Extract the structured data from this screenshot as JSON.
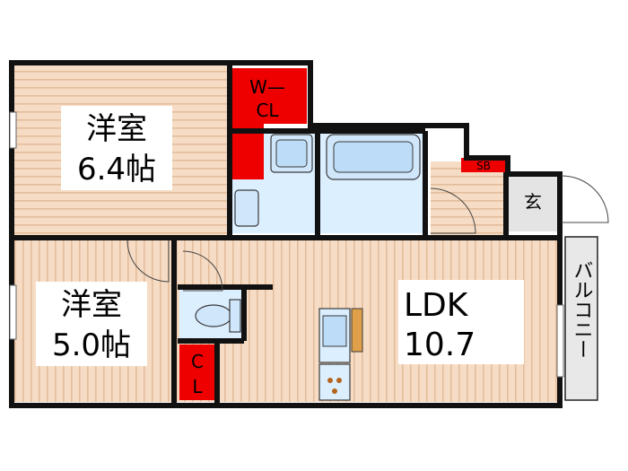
{
  "rooms": {
    "western_room_1": {
      "name": "洋室",
      "size": "6.4帖"
    },
    "western_room_2": {
      "name": "洋室",
      "size": "5.0帖"
    },
    "ldk": {
      "name": "LDK",
      "size": "10.7"
    },
    "walk_in_closet": {
      "line1": "W—",
      "line2": "CL"
    },
    "closet": {
      "line1": "C",
      "line2": "L"
    },
    "shoe_box": "SB",
    "entrance": "玄",
    "balcony": "バルコニー"
  },
  "colors": {
    "wood_floor": "#f6dcc4",
    "wood_stripe": "#e6c0a0",
    "wet_area": "#dcefff",
    "closet": "#ee0000",
    "wall": "#111111",
    "balcony": "#e8e8e8",
    "entrance": "#e4e4e4"
  }
}
